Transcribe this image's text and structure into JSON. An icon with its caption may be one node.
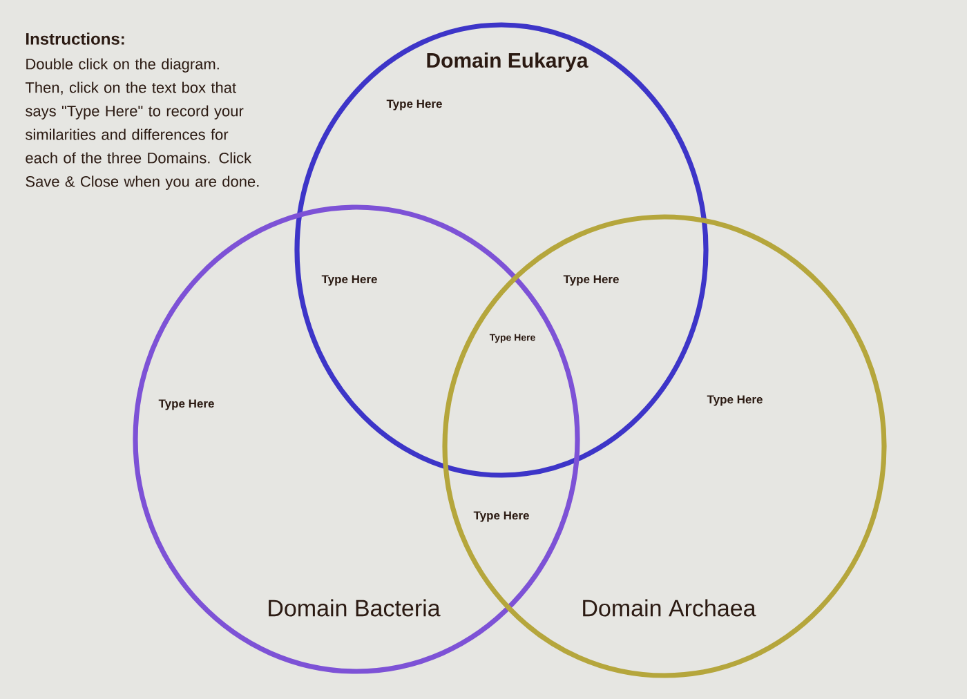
{
  "diagram": {
    "nodes": [
      {
        "text": [
          "Domain Eukarya",
          "Type Here"
        ]
      },
      {
        "text": [
          "Type Here",
          "Domain Bacteria"
        ]
      },
      {
        "text": [
          "Type Here",
          "Domain Archaea"
        ]
      }
    ],
    "labels": [
      "Instructions:",
      "Double click on the diagram. Then, click on the text box that says \"Type Here\" to record your similarities and differences for each of the three Domains. Click Save & Close when you are done.",
      "Type Here",
      "Type Here",
      "Type Here",
      "Type Here"
    ]
  }
}
